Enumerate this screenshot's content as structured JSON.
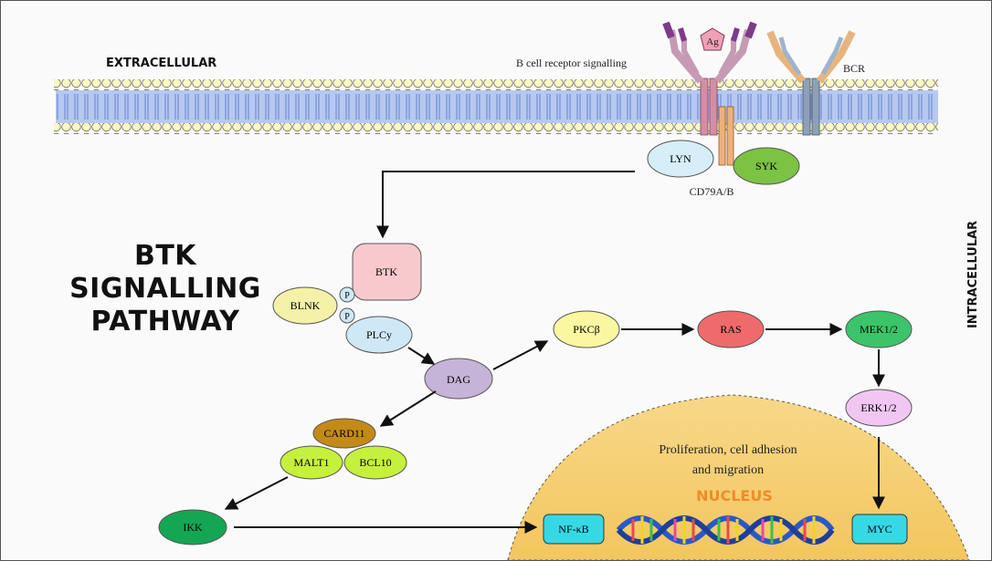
{
  "regions": {
    "extracellular": "EXTRACELLULAR",
    "intracellular": "INTRACELLULAR",
    "nucleus": "NUCLEUS"
  },
  "title_lines": [
    "BTK",
    "SIGNALLING",
    "PATHWAY"
  ],
  "receptor": {
    "signalling_label": "B cell receptor signalling",
    "antigen": "Ag",
    "bcr": "BCR",
    "cd79": "CD79A/B"
  },
  "nodes": {
    "lyn": "LYN",
    "syk": "SYK",
    "btk": "BTK",
    "blnk": "BLNK",
    "p1": "P",
    "p2": "P",
    "plcy": "PLCy",
    "dag": "DAG",
    "pkcb": "PKCβ",
    "ras": "RAS",
    "mek": "MEK1/2",
    "erk": "ERK1/2",
    "card11": "CARD11",
    "malt1": "MALT1",
    "bcl10": "BCL10",
    "ikk": "IKK",
    "nfkb": "NF-κB",
    "myc": "MYC"
  },
  "nucleus_text": [
    "Proliferation, cell adhesion",
    "and migration"
  ],
  "colors": {
    "lyn": "#d6eef8",
    "syk": "#7cc243",
    "btk": "#f7c9cc",
    "blnk": "#f5f1a6",
    "plcy": "#cfe8f5",
    "dag": "#c6b3d8",
    "pkcb": "#fbf7a1",
    "ras": "#ef6b6b",
    "mek": "#3cc46a",
    "erk": "#f2c6f2",
    "card11": "#c48a18",
    "malt1": "#c5f03c",
    "bcl10": "#c5f03c",
    "ikk": "#15a653",
    "nfkb": "#37d8e6",
    "myc": "#37d8e6",
    "nucleus": "#f5cd72",
    "nucleus_label": "#f28a2a"
  }
}
